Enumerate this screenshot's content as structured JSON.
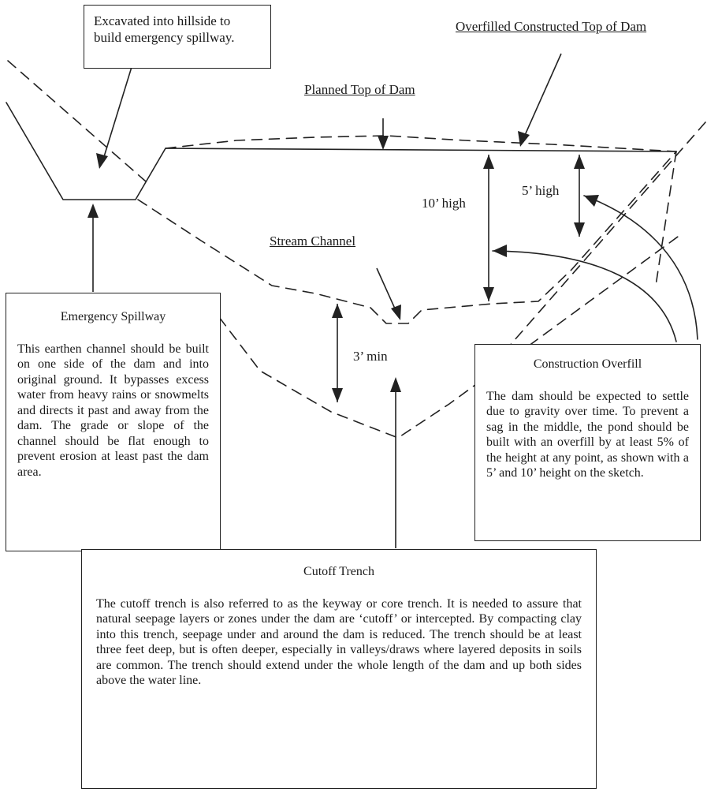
{
  "labels": {
    "overfilled_top": "Overfilled Constructed Top of Dam",
    "planned_top": "Planned Top of Dam",
    "stream_channel": "Stream Channel",
    "ten_high": "10’ high",
    "five_high": "5’ high",
    "three_min": "3’ min"
  },
  "excavated_box": {
    "text": "Excavated into hillside to build emergency spillway."
  },
  "emergency_spillway": {
    "title": "Emergency Spillway",
    "body": "This earthen channel should be built on one side of the dam and into original ground. It bypasses excess water from heavy rains or snowmelts and directs it past and away from the dam. The grade or slope of the channel should be flat enough to prevent erosion at least past the dam area."
  },
  "construction_overfill": {
    "title": "Construction Overfill",
    "body": "The dam should be expected to settle due to gravity over time. To prevent a sag in the middle, the pond should be built with an overfill by at least 5% of the height at any point, as shown with a 5’ and 10’ height on the sketch."
  },
  "cutoff_trench": {
    "title": "Cutoff Trench",
    "body": "The cutoff trench is also referred to as the keyway or core trench. It is needed to assure that natural seepage layers or zones under the dam are ‘cutoff’ or intercepted. By compacting clay into this trench, seepage under and around the dam is reduced. The trench should be at least three feet deep, but is often deeper, especially in valleys/draws where layered deposits in soils are common. The trench should extend under the whole length of the dam and up both sides above the water line."
  }
}
